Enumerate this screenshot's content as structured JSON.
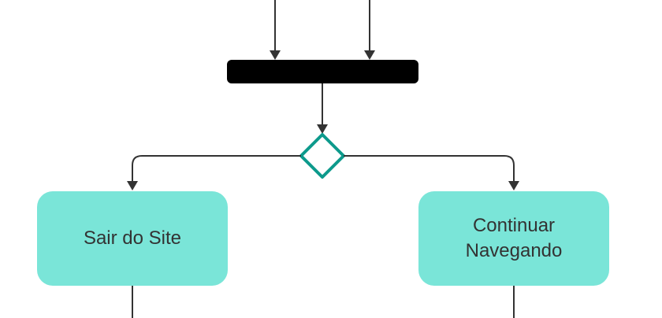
{
  "diagram": {
    "type": "activity-diagram",
    "colors": {
      "activity_fill": "#7ae5d8",
      "decision_stroke": "#0d9a8c",
      "join_bar": "#000000",
      "edge": "#333333"
    },
    "nodes": {
      "left_activity": {
        "lines": [
          "Sair do Site"
        ]
      },
      "right_activity": {
        "lines": [
          "Continuar",
          "Navegando"
        ]
      }
    }
  }
}
